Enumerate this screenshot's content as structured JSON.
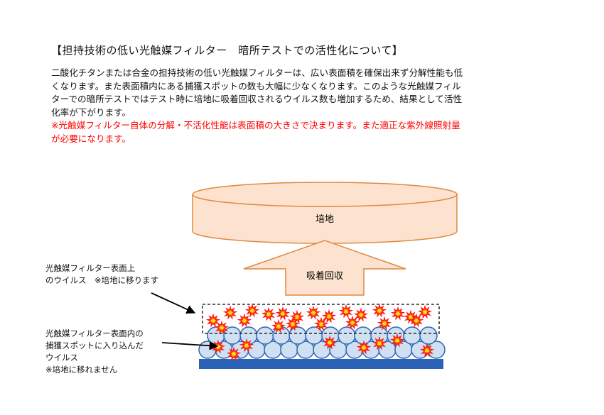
{
  "heading": "【担持技術の低い光触媒フィルター　暗所テストでの活性化について】",
  "body_lines": [
    "二酸化チタンまたは合金の担持技術の低い光触媒フィルターは、広い表面積を確保出来ず分解性能も低",
    "くなります。また表面積内にある捕獲スポットの数も大幅に少なくなります。このような光触媒フィル",
    "ターでの暗所テストではテスト時に培地に吸着回収されるウイルス数も増加するため、結果として活性",
    "化率が下がります。"
  ],
  "note_lines": [
    "※光触媒フィルター自体の分解・不活化性能は表面積の大きさで決まります。また適正な紫外線照射量",
    "が必要になります。"
  ],
  "diagram": {
    "medium_label": "培地",
    "arrow_label": "吸着回収",
    "surface_label_lines": [
      "光触媒フィルター表面上",
      "のウイルス　※培地に移ります"
    ],
    "inner_label_lines": [
      "光触媒フィルター表面内の",
      "捕獲スポットに入り込んだ",
      "ウイルス",
      "※培地に移れません"
    ]
  },
  "colors": {
    "note_red": "#ff0000",
    "dish_fill": "#fde3cf",
    "dish_stroke": "#e0883f",
    "arrow_fill": "#fde3cf",
    "sphere_fill": "#cfe0f3",
    "sphere_stroke": "#2e67b1",
    "base_fill": "#2b62b5",
    "virus_fill": "#ffe600",
    "virus_stroke": "#ff1a1a"
  }
}
